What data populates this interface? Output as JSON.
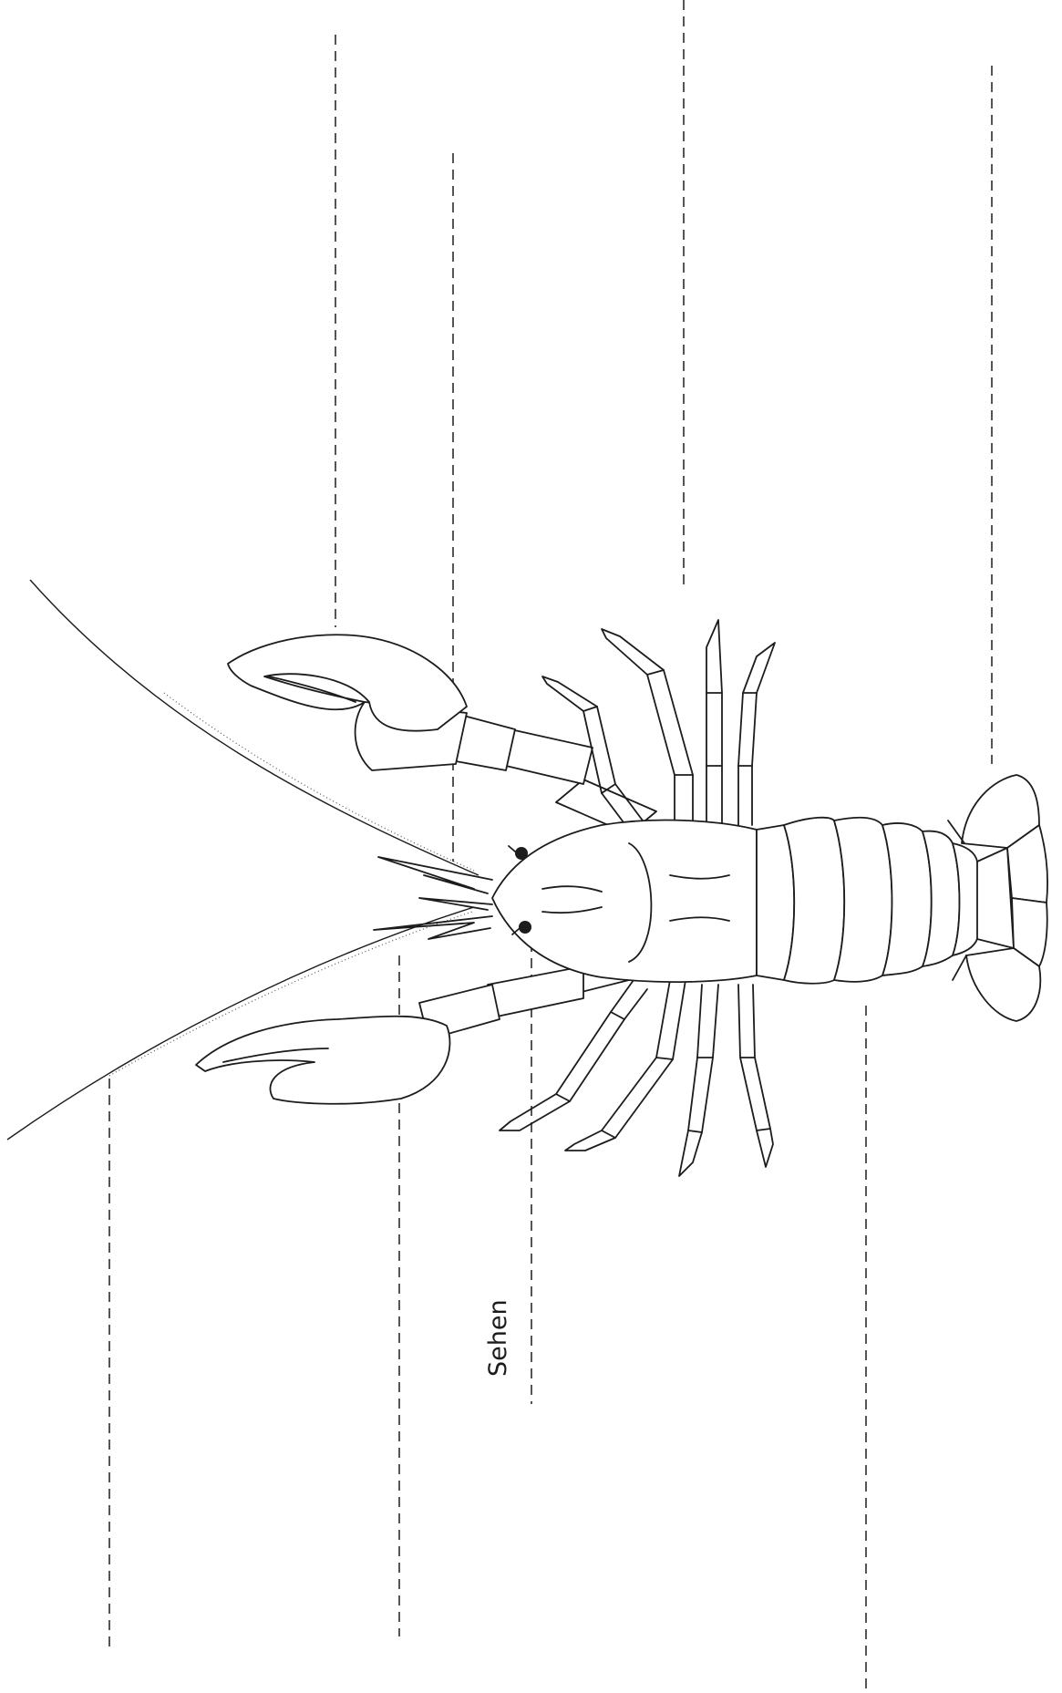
{
  "worksheet": {
    "subject": "crayfish-outline-drawing",
    "labels": {
      "sehen": "Sehen"
    },
    "answer_lines": [
      {
        "id": "claw-top"
      },
      {
        "id": "antennule-top"
      },
      {
        "id": "walking-legs-top"
      },
      {
        "id": "tail-top"
      },
      {
        "id": "antenna-bottom"
      },
      {
        "id": "claw-bottom"
      },
      {
        "id": "eye-bottom"
      },
      {
        "id": "abdomen-bottom"
      }
    ],
    "colors": {
      "ink": "#1c1c1c",
      "paper": "#ffffff"
    }
  }
}
